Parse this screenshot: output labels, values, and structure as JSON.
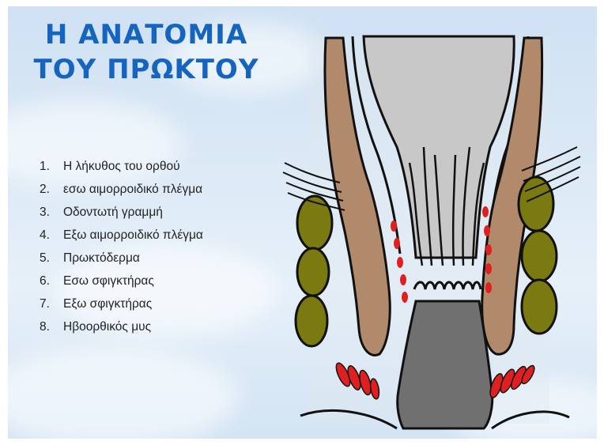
{
  "title": {
    "line1": "Η ΑΝΑΤΟΜΙΑ",
    "line2": "ΤΟΥ ΠΡΩΚΤΟΥ"
  },
  "legend": [
    {
      "num": "1.",
      "label": "Η λήκυθος του ορθού"
    },
    {
      "num": "2.",
      "label": "εσω αιμορροιδικό πλέγμα"
    },
    {
      "num": "3.",
      "label": "Οδοντωτή γραμμή"
    },
    {
      "num": "4.",
      "label": "Εξω αιμορροιδικό πλέγμα"
    },
    {
      "num": "5.",
      "label": "Πρωκτόδερμα"
    },
    {
      "num": "6.",
      "label": "Εσω σφιγκτήρας"
    },
    {
      "num": "7.",
      "label": "Εξω σφιγκτήρας"
    },
    {
      "num": "8.",
      "label": "Ηβοορθικός μυς"
    }
  ],
  "colors": {
    "title": "#1565c0",
    "rectum_lumen": "#c8c8c8",
    "anoderm": "#707070",
    "internal_sphincter": "#b08a6a",
    "external_sphincter": "#7a7a10",
    "hemorrhoidal_plexus": "#e02020"
  }
}
